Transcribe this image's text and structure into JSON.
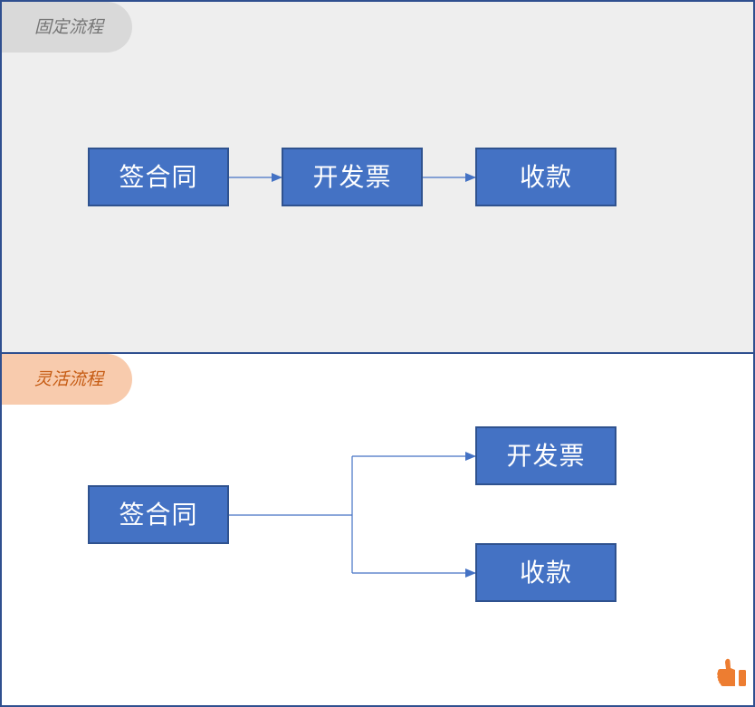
{
  "fixed_flow": {
    "tag": "固定流程",
    "steps": [
      "签合同",
      "开发票",
      "收款"
    ]
  },
  "flexible_flow": {
    "tag": "灵活流程",
    "start": "签合同",
    "branches": [
      "开发票",
      "收款"
    ]
  },
  "colors": {
    "frame": "#2f4f8f",
    "box_fill": "#4472c4",
    "box_border": "#2f528f",
    "arrow": "#4472c4",
    "fixed_bg": "#eeeeee",
    "fixed_tag_bg": "#d9d9d9",
    "fixed_tag_text": "#757575",
    "flex_tag_bg": "#f8cbad",
    "flex_tag_text": "#c55a11",
    "thumb": "#ed7d31"
  },
  "icons": {
    "corner": "thumbs-up-icon"
  }
}
